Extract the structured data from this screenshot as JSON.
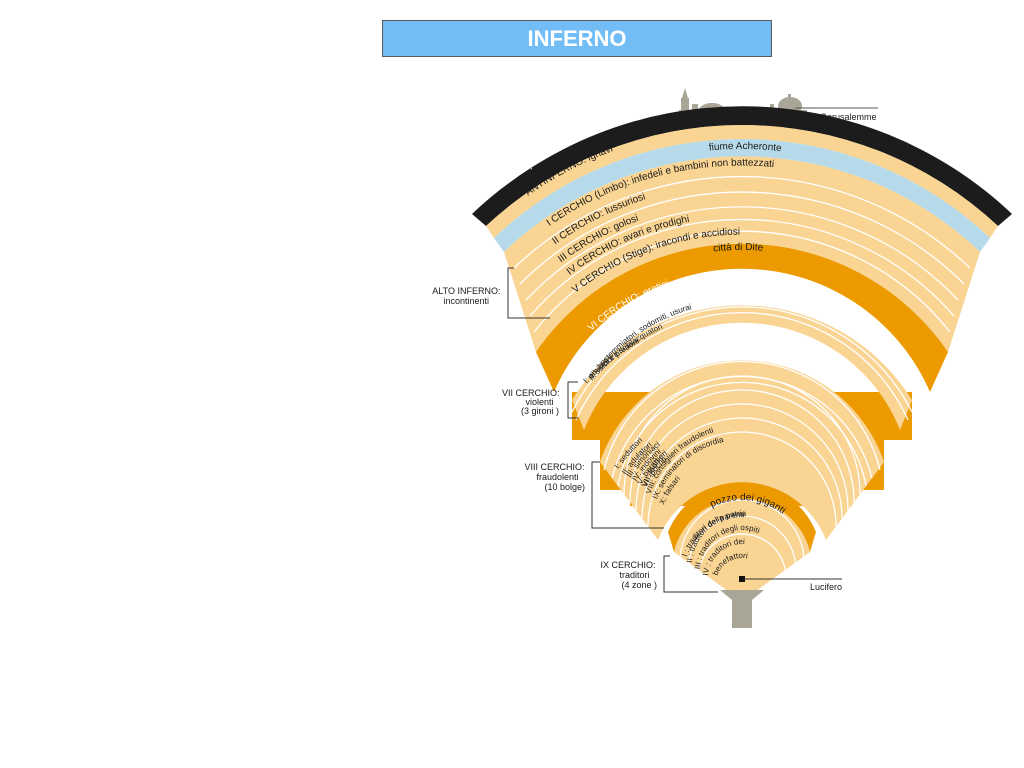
{
  "title": "INFERNO",
  "colors": {
    "title_bg": "#72bdf5",
    "ring_light": "#f9d493",
    "ring_dark": "#ec9a00",
    "acheron": "#b6dae9",
    "gate": "#1c1c1c",
    "skyline": "#a9a597"
  },
  "city_label": "Gerusalemme",
  "bands": {
    "gate": "porta dell'Inferno",
    "antinferno": "ANTINFERNO: ignavi",
    "acheron": "fiume Acheronte",
    "circle_1": "I CERCHIO (Limbo): infedeli e bambini non battezzati",
    "circle_2": "II CERCHIO: lussuriosi",
    "circle_3": "III CERCHIO: golosi",
    "circle_4": "IV CERCHIO: avari e prodighi",
    "circle_5": "V CERCHIO  (Stige): iracondi e accidiosi",
    "dite": "città di Dite",
    "circle_6": "VI CERCHIO: eretici"
  },
  "circle_7_gironi": [
    "I: omicidi e predoni",
    "II: suicidi e scialacquatori",
    "III: bestemmiatori, sodomiti, usurai"
  ],
  "circle_8_bolge": [
    "I: seduttori",
    "II: adulatori",
    "III: simoniaci",
    "IV: indovini",
    "V: barattieri",
    "VI: ipocriti",
    "VII: ladri",
    "VIII: consiglieri fraudolenti",
    "IX: seminatori di discordia",
    "X: falsari"
  ],
  "giants_well": "pozzo dei giganti",
  "circle_9_zone": [
    "I : traditori dei parenti",
    "II : traditori della patria",
    "III : traditori degli ospiti",
    "IV : traditori dei",
    "benefattori"
  ],
  "lucifer": "Lucifero",
  "side_labels": {
    "alto_inferno": [
      "ALTO INFERNO:",
      "incontinenti"
    ],
    "circle_7": [
      "VII CERCHIO:",
      "violenti",
      "(3 gironi )"
    ],
    "circle_8": [
      "VIII CERCHIO:",
      "fraudolenti",
      "(10 bolge)"
    ],
    "circle_9": [
      "IX CERCHIO:",
      "traditori",
      "(4 zone )"
    ]
  }
}
